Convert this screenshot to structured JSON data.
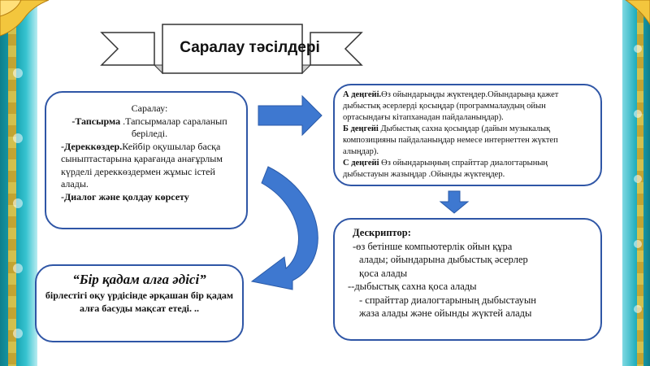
{
  "title": "Саралау тәсілдері",
  "box_left": {
    "heading": "Саралау:",
    "task_label": "-Тапсырма",
    "task_text": " .Тапсырмалар сараланып беріледі.",
    "sources_label": "-Дереккөздер.",
    "sources_text": "Кейбір оқушылар басқа сыныптастарына қарағанда анағұрлым күрделі дереккөздермен жұмыс істей алады.",
    "dialog": "-Диалог және қолдау көрсету"
  },
  "box_levels": {
    "a_label": "А деңгейі.",
    "a_text": "Өз ойындарыңды жүктеңдер.Ойындарыңа қажет дыбыстық әсерлерді қосыңдар (программалаудың ойын ортасындағы кітапханадан  пайдаланыңдар).",
    "b_label": "Б деңгейі",
    "b_text": " Дыбыстық сахна қосыңдар (дайын музыкалық композицияны пайдаланыңдар немесе интернеттен жүктеп алыңдар).",
    "c_label": "С деңгейі",
    "c_text": " Өз ойындарыңның спрайттар диалогтарының дыбыстауын жазыңдар .Ойынды жүктеңдер."
  },
  "descriptor": {
    "heading": "Дескриптор:",
    "line1": "-өз бетінше компьютерлік ойын құра",
    "line2": "алады; ойындарына дыбыстық әсерлер",
    "line3": "қоса алады",
    "line4": "--дыбыстық сахна қоса алады",
    "line5": "- спрайттар диалогтарының дыбыстауын",
    "line6": "жаза алады және ойынды жүктей алады"
  },
  "method": {
    "title": "“Бір қадам алға әдісі”",
    "text": "бірлестігі оқу үрдісінде әрқашан бір қадам алға басуды мақсат етеді. .."
  },
  "colors": {
    "arrow": "#3e78d0",
    "box_border": "#2f56a6",
    "frame": "#1aa7b5",
    "ornament": "#f3c63d"
  }
}
